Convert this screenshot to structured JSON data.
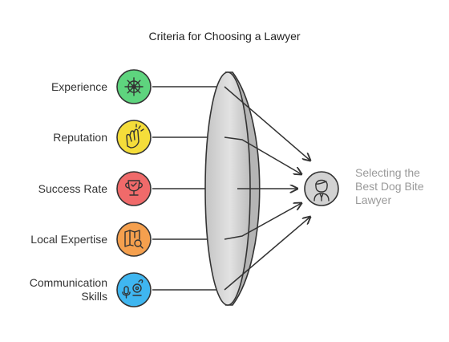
{
  "title": "Criteria for Choosing a Lawyer",
  "criteria": [
    {
      "label": "Experience",
      "icon": "ship-wheel-icon",
      "color": "#5ed47e"
    },
    {
      "label": "Reputation",
      "icon": "clapping-hands-icon",
      "color": "#f5dd3a"
    },
    {
      "label": "Success Rate",
      "icon": "trophy-icon",
      "color": "#f06a6a"
    },
    {
      "label": "Local Expertise",
      "icon": "map-search-icon",
      "color": "#f5a04e"
    },
    {
      "label": "Communication Skills",
      "icon": "microphone-chat-icon",
      "color": "#3fb6f0"
    }
  ],
  "outcome": {
    "label": "Selecting the Best Dog Bite Lawyer",
    "icon": "lawyer-icon",
    "color": "#d2d2d2"
  }
}
